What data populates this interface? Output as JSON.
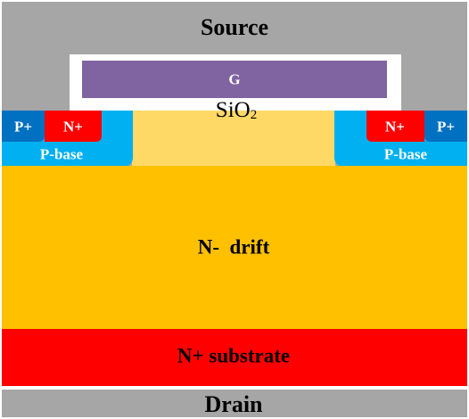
{
  "labels": {
    "source": "Source",
    "gate": "G",
    "oxide_main": "SiO",
    "oxide_sub": "2",
    "p_plus": "P+",
    "n_plus": "N+",
    "p_base": "P-base",
    "drift": "N-  drift",
    "substrate": "N+ substrate",
    "drain": "Drain"
  },
  "colors": {
    "metal": "#a6a6a6",
    "gate": "#8064a2",
    "oxide": "#ffffff",
    "jfet_region": "#ffd966",
    "p_base": "#00b0f0",
    "p_plus": "#0070c0",
    "n_plus": "#ff0000",
    "drift": "#ffc000",
    "substrate": "#ff0000"
  }
}
